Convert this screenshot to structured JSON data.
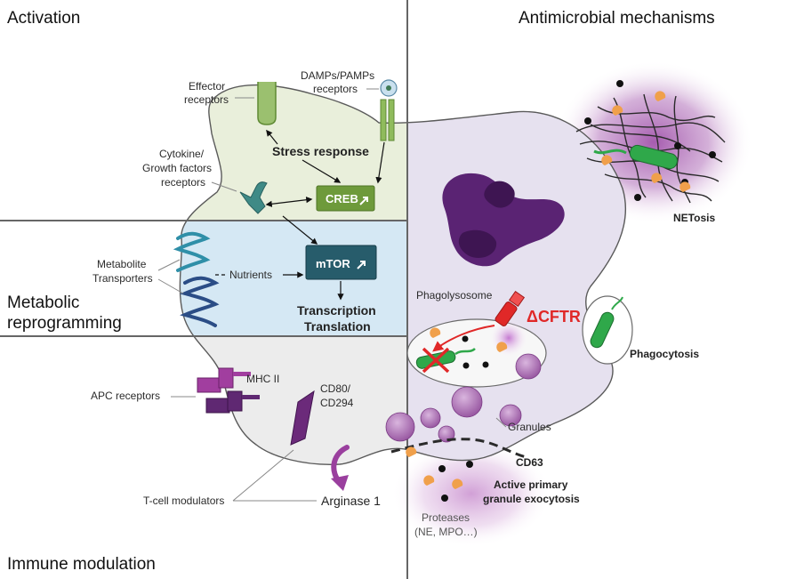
{
  "sections": {
    "activation": "Activation",
    "antimicrobial": "Antimicrobial mechanisms",
    "metabolic_line1": "Metabolic",
    "metabolic_line2": "reprogramming",
    "immune": "Immune modulation"
  },
  "activation": {
    "effector_line1": "Effector",
    "effector_line2": "receptors",
    "damps_line1": "DAMPs/PAMPs",
    "damps_line2": "receptors",
    "cytokine_line1": "Cytokine/",
    "cytokine_line2": "Growth factors",
    "cytokine_line3": "receptors",
    "stress": "Stress response",
    "creb": "CREB"
  },
  "metabolic": {
    "metabolite_line1": "Metabolite",
    "metabolite_line2": "Transporters",
    "nutrients": "Nutrients",
    "mtor": "mTOR",
    "transcription": "Transcription",
    "translation": "Translation"
  },
  "immune": {
    "apc": "APC receptors",
    "mhc": "MHC II",
    "cd80_line1": "CD80/",
    "cd80_line2": "CD294",
    "tcell": "T-cell modulators",
    "arginase": "Arginase 1"
  },
  "antimicrobial": {
    "netosis": "NETosis",
    "phagolysosome": "Phagolysosome",
    "cftr": "ΔCFTR",
    "phagocytosis": "Phagocytosis",
    "granules": "Granules",
    "cd63": "CD63",
    "exocytosis_line1": "Active primary",
    "exocytosis_line2": "granule exocytosis",
    "proteases_line1": "Proteases",
    "proteases_line2": "(NE, MPO…)"
  },
  "colors": {
    "activation_fill": "#e9efdb",
    "metabolic_fill": "#d5e8f4",
    "immune_fill": "#ececec",
    "antimicrobial_fill": "#e6e1ef",
    "nucleus": "#5a2373",
    "creb_box": "#6e9a3b",
    "mtor_box": "#275c6b",
    "cftr": "#e02828",
    "bacteria": "#2fa84a"
  }
}
